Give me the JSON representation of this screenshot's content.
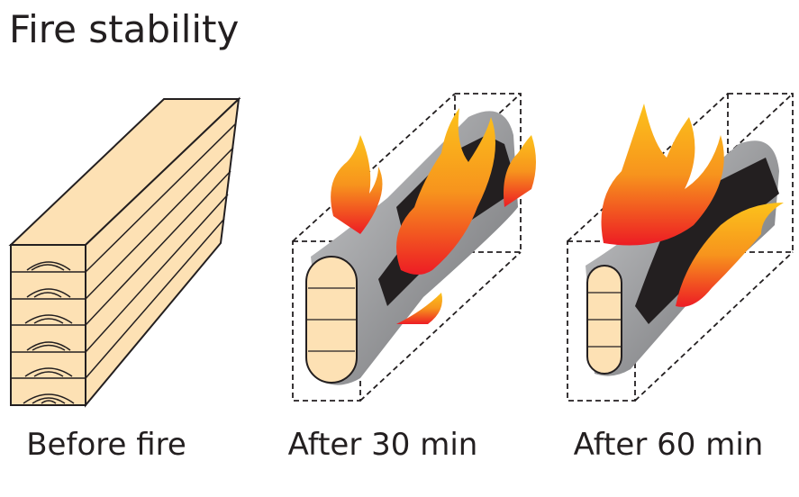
{
  "title": "Fire stability",
  "stages": [
    {
      "label": "Before fire"
    },
    {
      "label": "After 30 min"
    },
    {
      "label": "After 60 min"
    }
  ],
  "colors": {
    "wood": "#fde1b4",
    "char": "#231f20",
    "char_grey": "#9a9b9e",
    "flame_outer": "#ef4123",
    "flame_inner": "#fbb03b"
  }
}
